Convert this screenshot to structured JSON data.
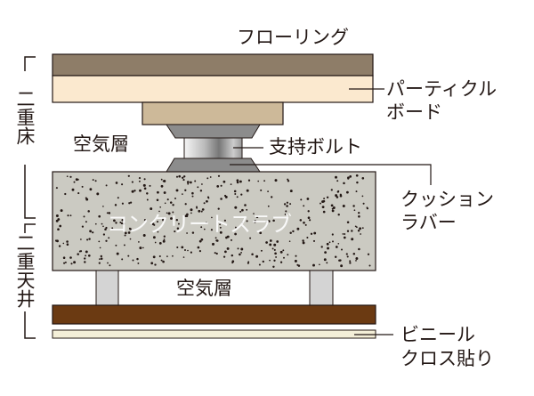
{
  "labels": {
    "flooring": "フローリング",
    "particle_board": [
      "パーティクル",
      "ボード"
    ],
    "air_layer_upper": "空気層",
    "support_bolt": "支持ボルト",
    "cushion_rubber": [
      "クッション",
      "ラバー"
    ],
    "concrete_slab": "コンクリートスラブ",
    "air_layer_lower": "空気層",
    "vinyl_cloth": [
      "ビニール",
      "クロス貼り"
    ],
    "double_floor": "二重床",
    "double_ceiling": "二重天井"
  },
  "colors": {
    "flooring": "#8e7d68",
    "particle_board": "#fbe9cf",
    "joist_block": "#cdb999",
    "rubber": "#8c8c8c",
    "slab": "#cbcac2",
    "ceiling_board": "#6b3a12",
    "vinyl": "#f4efd8",
    "pillar": "#d4d4d4"
  }
}
